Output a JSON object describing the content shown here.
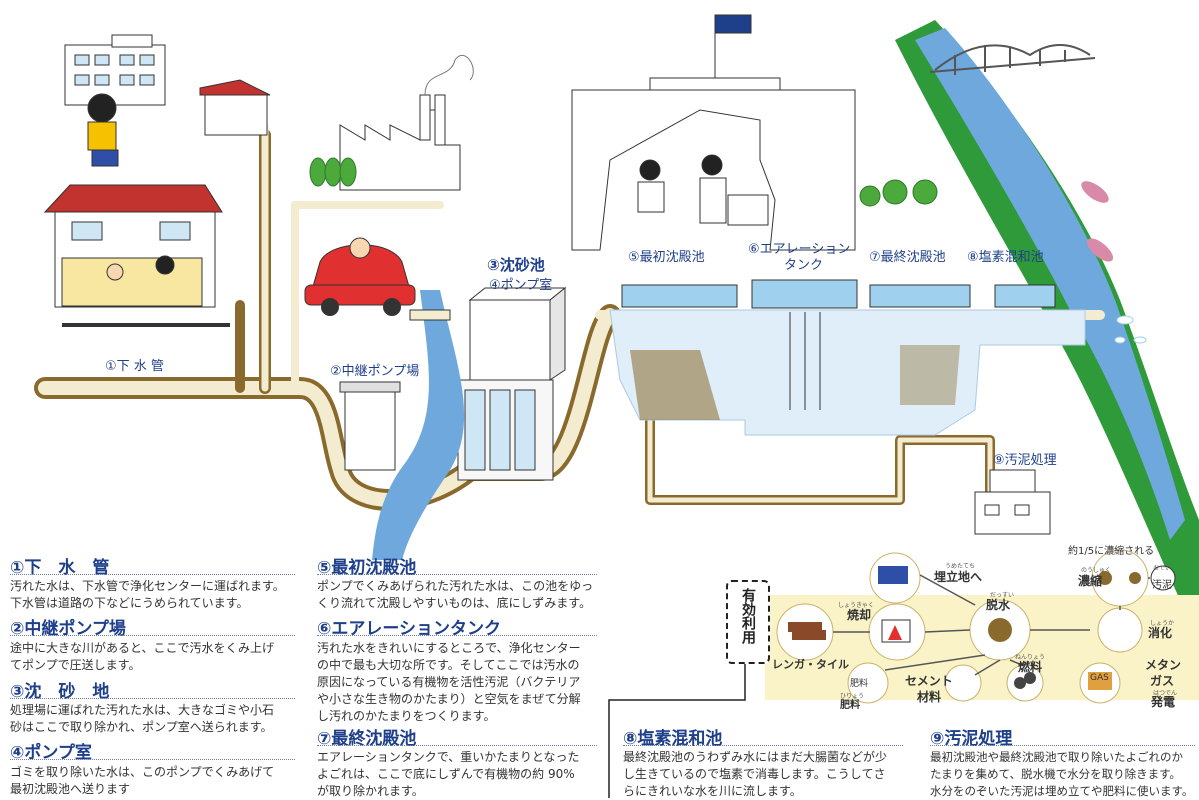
{
  "diagram": {
    "labels": {
      "sewer_pipe": "①下 水 管",
      "relay_pump": "②中継ポンプ場",
      "grit_chamber": "③沈砂池",
      "pump_room": "④ポンプ室",
      "primary_tank": "⑤最初沈殿池",
      "aeration_tank_1": "⑥エアレーション",
      "aeration_tank_2": "タンク",
      "final_tank": "⑦最終沈殿池",
      "chlorine_tank": "⑧塩素混和池",
      "sludge": "⑨汚泥処理"
    }
  },
  "sections": [
    {
      "title": "①下　水　管",
      "lines": [
        "汚れた水は、下水管で浄化センターに運ばれます。",
        "下水管は道路の下などにうめられています。"
      ]
    },
    {
      "title": "②中継ポンプ場",
      "lines": [
        "途中に大きな川があると、ここで汚水をくみ上げ",
        "てポンプで圧送します。"
      ]
    },
    {
      "title": "③沈　砂　地",
      "lines": [
        "処理場に運ばれた汚れた水は、大きなゴミや小石",
        "砂はここで取り除かれ、ポンプ室へ送られます。"
      ]
    },
    {
      "title": "④ポンプ室",
      "lines": [
        "ゴミを取り除いた水は、このポンプでくみあげて",
        "最初沈殿池へ送ります"
      ]
    },
    {
      "title": "⑤最初沈殿池",
      "lines": [
        "ポンプでくみあげられた汚れた水は、この池をゆっ",
        "くり流れて沈殿しやすいものは、底にしずみます。"
      ]
    },
    {
      "title": "⑥エアレーションタンク",
      "lines": [
        "汚れた水をきれいにするところで、浄化センター",
        "の中で最も大切な所です。そしてここでは汚水の",
        "原因になっている有機物を活性汚泥（バクテリア",
        "や小さな生き物のかたまり）と空気をまぜて分解",
        "し汚れのかたまりをつくります。"
      ]
    },
    {
      "title": "⑦最終沈殿池",
      "lines": [
        "エアレーションタンクで、重いかたまりとなった",
        "よごれは、ここで底にしずんで有機物の約 90%",
        "が取り除かれます。"
      ]
    },
    {
      "title": "⑧塩素混和池",
      "lines": [
        "最終沈殿池のうわずみ水にはまだ大腸菌などが少",
        "し生きているので塩素で消毒します。こうしてさ",
        "らにきれいな水を川に流します。"
      ]
    },
    {
      "title": "⑨汚泥処理",
      "lines": [
        "最初沈殿池や最終沈殿池で取り除いたよごれのか",
        "たまりを集めて、脱水機で水分を取り除きます。",
        "水分をのぞいた汚泥は埋め立てや肥料に使います。"
      ]
    }
  ],
  "sludge_util": {
    "vertical_label": "有効利用",
    "concentrated_note": "約1/5に濃縮される",
    "landfill": "埋立地へ",
    "landfill_ruby": "うめたてち",
    "incineration": "焼却",
    "incineration_ruby": "しょうきゃく",
    "dehydration": "脱水",
    "dehydration_ruby": "だっすい",
    "thickening": "濃縮",
    "thickening_ruby": "のうしゅく",
    "digestion": "消化",
    "digestion_ruby": "しょうか",
    "sludge": "汚泥",
    "sludge_ruby": "おでい",
    "brick": "レンガ・タイル",
    "cement": "セメント",
    "material": "材料",
    "fertilizer": "肥料",
    "fertilizer_ruby": "ひりょう",
    "fuel": "燃料",
    "fuel_ruby": "ねんりょう",
    "methane_1": "メタン",
    "methane_2": "ガス",
    "power": "発電",
    "power_ruby": "はつでん",
    "gas_tag": "GAS",
    "bag_tag": "肥料"
  },
  "colors": {
    "label_blue": "#1e3f8a",
    "water_blue": "#9fd0ee",
    "sludge_brown": "#8a6a2c",
    "pipe": "#f4ecd0",
    "util_band": "#faf3c8",
    "river": "#6ea8dc",
    "grass": "#2f9a3a",
    "tree": "#4caa3c"
  }
}
